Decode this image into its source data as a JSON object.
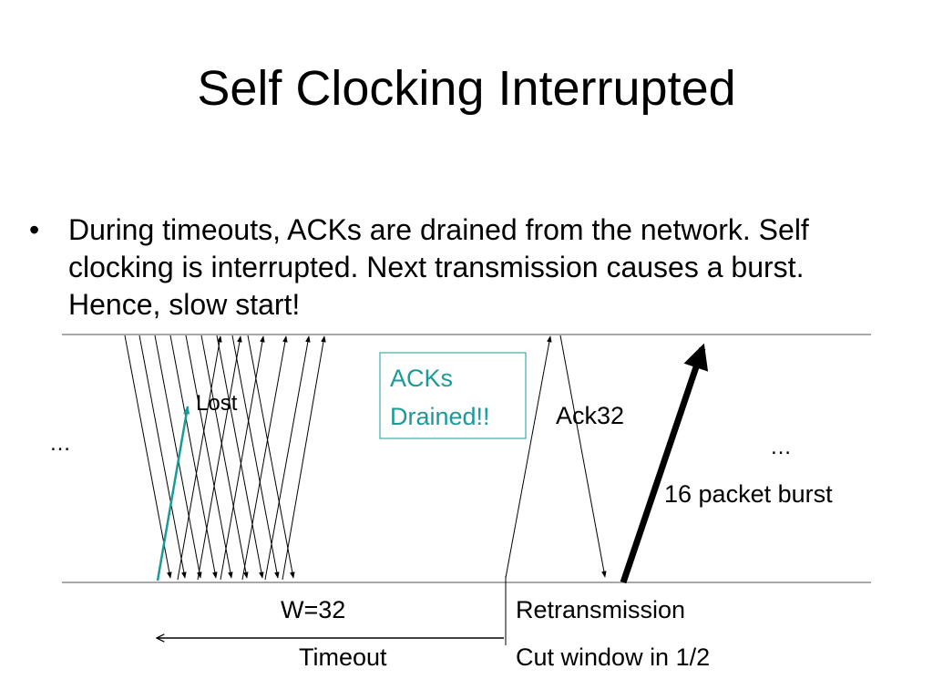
{
  "slide": {
    "title": "Self Clocking Interrupted",
    "bullet_marker": "•",
    "bullet_text": "During timeouts, ACKs are drained from the network. Self clocking is interrupted. Next transmission causes a burst. Hence, slow start!"
  },
  "diagram": {
    "accent_color": "#1a9a9a",
    "line_color": "#000000",
    "labels": {
      "lost": "Lost",
      "acks_drained_line1": "ACKs",
      "acks_drained_line2": "Drained!!",
      "ack32": "Ack32",
      "ellipsis_left": "…",
      "ellipsis_right": "…",
      "burst": "16 packet burst",
      "window": "W=32",
      "retransmission": "Retransmission",
      "timeout": "Timeout",
      "cut_window": "Cut window in 1/2"
    }
  }
}
